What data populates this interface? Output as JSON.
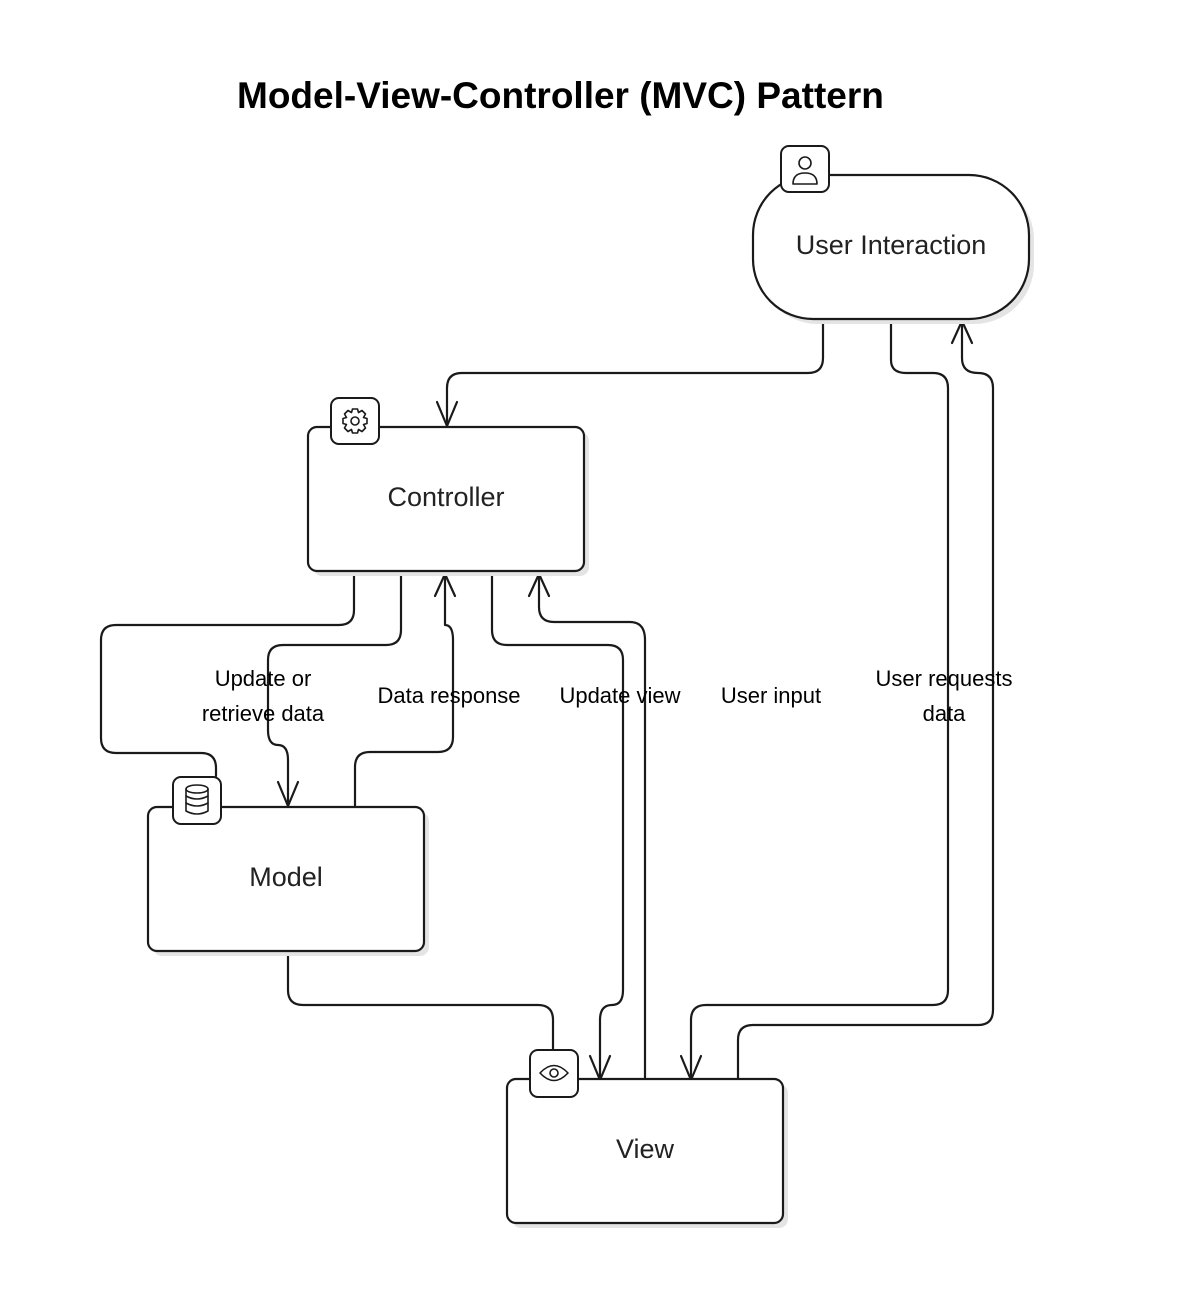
{
  "diagram": {
    "title": "Model-View-Controller (MVC) Pattern",
    "nodes": {
      "user_interaction": {
        "label": "User Interaction",
        "icon": "user-icon"
      },
      "controller": {
        "label": "Controller",
        "icon": "gear-icon"
      },
      "model": {
        "label": "Model",
        "icon": "database-icon"
      },
      "view": {
        "label": "View",
        "icon": "eye-icon"
      }
    },
    "edges": {
      "update_or_retrieve": {
        "line1": "Update or",
        "line2": "retrieve data"
      },
      "data_response": {
        "label": "Data response"
      },
      "update_view": {
        "label": "Update view"
      },
      "user_input": {
        "label": "User input"
      },
      "user_requests_data": {
        "line1": "User requests",
        "line2": "data"
      }
    }
  }
}
